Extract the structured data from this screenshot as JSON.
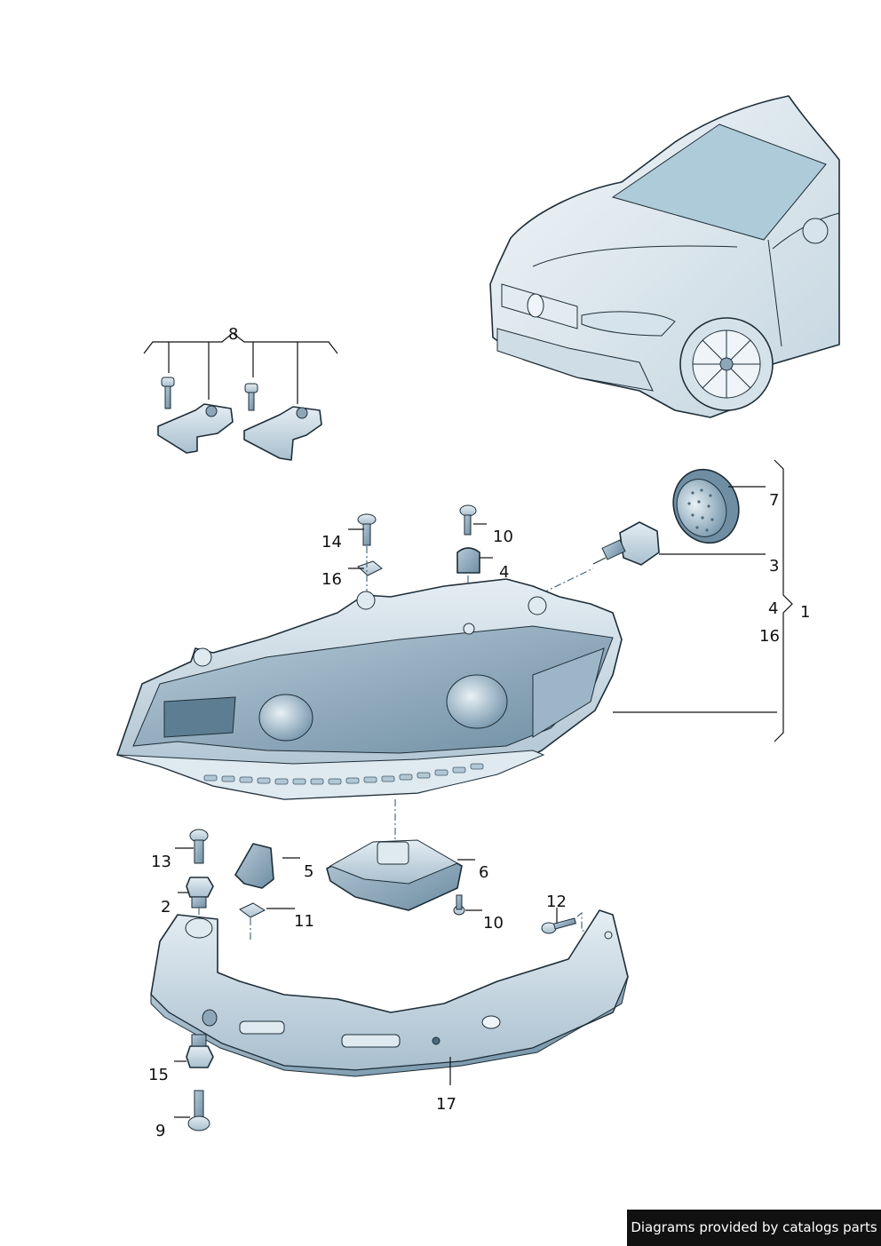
{
  "labels": {
    "n1": "1",
    "n2": "2",
    "n3": "3",
    "n4a": "4",
    "n4b": "4",
    "n5": "5",
    "n6": "6",
    "n7": "7",
    "n8": "8",
    "n9": "9",
    "n10a": "10",
    "n10b": "10",
    "n11": "11",
    "n12": "12",
    "n13": "13",
    "n14": "14",
    "n15": "15",
    "n16a": "16",
    "n16b": "16",
    "n17": "17"
  },
  "watermark": "Diagrams provided by catalogs parts",
  "colors": {
    "part_fill": "#c9d8e3",
    "part_dark": "#8ea7b8",
    "line": "#1e2e38",
    "dash": "#4a6b80"
  }
}
